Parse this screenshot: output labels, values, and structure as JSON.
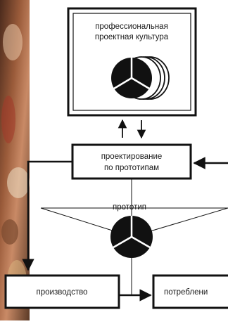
{
  "diagram": {
    "box_culture": {
      "line1": "профессиональная",
      "line2": "проектная культура"
    },
    "box_design": {
      "line1": "проектирование",
      "line2": "по прототипам"
    },
    "prototype_label": "прототип",
    "box_production": "производство",
    "box_consumption": "потреблени"
  },
  "colors": {
    "ink": "#111111",
    "paper": "#ffffff",
    "painting_dark": "#3a2418",
    "painting_mid": "#8a4a2e",
    "painting_light": "#d8b48a"
  }
}
